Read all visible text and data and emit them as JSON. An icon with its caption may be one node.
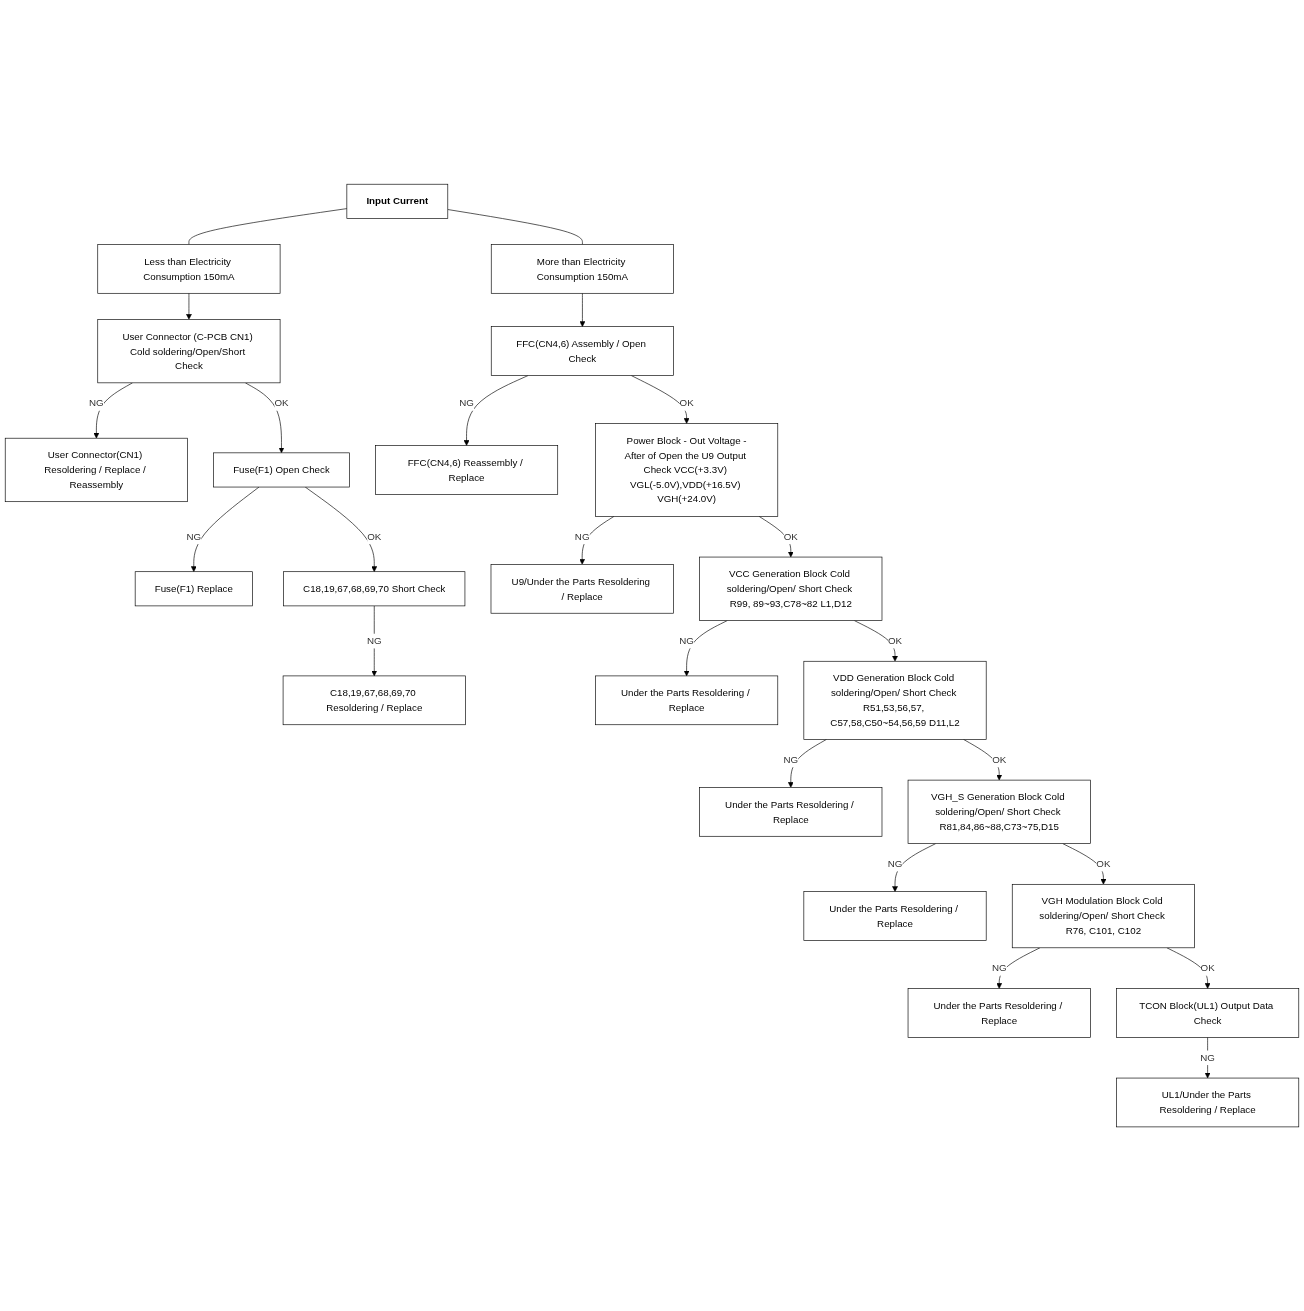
{
  "diagram": {
    "nodes": [
      {
        "text": [
          "Less than Electricity Consumption 150mA"
        ]
      },
      {
        "text": [
          "Input Current"
        ]
      },
      {
        "text": [
          "More than Electricity Consumption 150mA"
        ]
      },
      {
        "text": [
          "User Connector (C-PCB CN1) Cold soldering/Open/Short Check"
        ]
      },
      {
        "text": [
          "User Connector(CN1) Resoldering / Replace / Reassembly"
        ]
      },
      {
        "text": [
          "FFC(CN4,6) Assembly / Open Check"
        ]
      },
      {
        "text": [
          "FFC(CN4,6) Reassembly / Replace"
        ]
      },
      {
        "text": [
          "Fuse(F1) Open Check"
        ]
      },
      {
        "text": [
          "Fuse(F1) Replace"
        ]
      },
      {
        "text": [
          "Power Block - Out Voltage -After of Open the U9 Output Check VCC(+3.3V) VGL(-5.0V),VDD(+16.5V) VGH(+24.0V)"
        ]
      },
      {
        "text": [
          "U9/Under the Parts Resoldering / Replace"
        ]
      },
      {
        "text": [
          "C18,19,67,68,69,70 Short Check"
        ]
      },
      {
        "text": [
          "C18,19,67,68,69,70 Resoldering / Replace"
        ]
      },
      {
        "text": [
          "VCC Generation Block Cold soldering/Open/ Short Check R99, 89~93,C78~82 L1,D12"
        ]
      },
      {
        "text": [
          "Under the Parts Resoldering / Replace"
        ]
      },
      {
        "text": [
          "VDD Generation Block Cold soldering/Open/ Short Check R51,53,56,57, C57,58,C50~54,56,59 D11,L2"
        ]
      },
      {
        "text": [
          "Under the Parts Resoldering / Replace"
        ]
      },
      {
        "text": [
          "VGH_S Generation Block Cold soldering/Open/ Short Check R81,84,86~88,C73~75,D15"
        ]
      },
      {
        "text": [
          "Under the Parts Resoldering / Replace"
        ]
      },
      {
        "text": [
          "VGH Modulation Block Cold soldering/Open/ Short Check R76, C101, C102"
        ]
      },
      {
        "text": [
          "Under the Parts Resoldering / Replace"
        ]
      },
      {
        "text": [
          "TCON Block(UL1) Output Data Check"
        ]
      },
      {
        "text": [
          "UL1/Under the Parts Resoldering / Replace"
        ]
      }
    ],
    "edges": [
      {
        "from": 1,
        "to": 0,
        "arrow": "none"
      },
      {
        "from": 1,
        "to": 2,
        "arrow": "none"
      },
      {
        "from": 0,
        "to": 3,
        "arrow": "to"
      },
      {
        "from": 2,
        "to": 5,
        "arrow": "to"
      },
      {
        "from": 3,
        "to": 4,
        "label": "NG",
        "arrow": "to"
      },
      {
        "from": 3,
        "to": 7,
        "label": "OK",
        "arrow": "to"
      },
      {
        "from": 7,
        "to": 8,
        "label": "NG",
        "arrow": "to"
      },
      {
        "from": 7,
        "to": 11,
        "label": "OK",
        "arrow": "to"
      },
      {
        "from": 11,
        "to": 12,
        "label": "NG",
        "arrow": "to"
      },
      {
        "from": 5,
        "to": 6,
        "label": "NG",
        "arrow": "to"
      },
      {
        "from": 5,
        "to": 9,
        "label": "OK",
        "arrow": "to"
      },
      {
        "from": 9,
        "to": 10,
        "label": "NG",
        "arrow": "to"
      },
      {
        "from": 9,
        "to": 13,
        "label": "OK",
        "arrow": "to"
      },
      {
        "from": 13,
        "to": 14,
        "label": "NG",
        "arrow": "to"
      },
      {
        "from": 13,
        "to": 15,
        "label": "OK",
        "arrow": "to"
      },
      {
        "from": 15,
        "to": 16,
        "label": "NG",
        "arrow": "to"
      },
      {
        "from": 15,
        "to": 17,
        "label": "OK",
        "arrow": "to"
      },
      {
        "from": 17,
        "to": 18,
        "label": "NG",
        "arrow": "to"
      },
      {
        "from": 17,
        "to": 19,
        "label": "OK",
        "arrow": "to"
      },
      {
        "from": 19,
        "to": 20,
        "label": "NG",
        "arrow": "to"
      },
      {
        "from": 19,
        "to": 21,
        "label": "OK",
        "arrow": "to"
      },
      {
        "from": 21,
        "to": 22,
        "label": "NG",
        "arrow": "to"
      }
    ]
  }
}
